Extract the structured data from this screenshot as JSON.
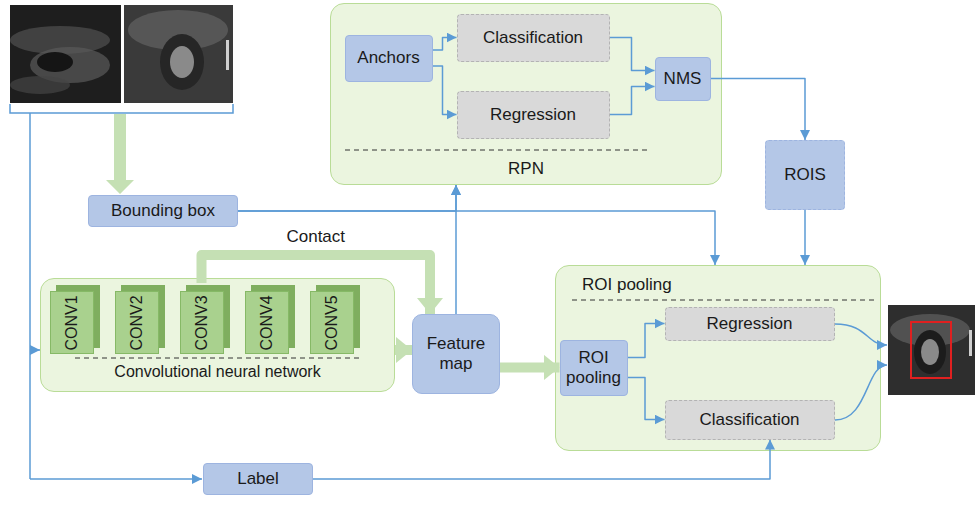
{
  "diagram": {
    "nodes": [
      {
        "text": [
          "RPN"
        ]
      },
      {
        "text": [
          "Anchors"
        ],
        "in": 0
      },
      {
        "text": [
          "Classification"
        ],
        "in": 0
      },
      {
        "text": [
          "Regression"
        ],
        "in": 0
      },
      {
        "text": [
          "NMS"
        ],
        "in": 0
      },
      {
        "text": [
          "Bounding box"
        ]
      },
      {
        "text": [
          "ROIS"
        ]
      },
      {
        "text": [
          "Convolutional neural network"
        ]
      },
      {
        "text": [
          "CONV1"
        ],
        "in": 7
      },
      {
        "text": [
          "CONV2"
        ],
        "in": 7
      },
      {
        "text": [
          "CONV3"
        ],
        "in": 7
      },
      {
        "text": [
          "CONV4"
        ],
        "in": 7
      },
      {
        "text": [
          "CONV5"
        ],
        "in": 7
      },
      {
        "text": [
          "Feature map"
        ]
      },
      {
        "text": [
          "ROI pooling"
        ]
      },
      {
        "text": [
          "ROI pooling"
        ],
        "in": 14
      },
      {
        "text": [
          "Regression"
        ],
        "in": 14
      },
      {
        "text": [
          "Classification"
        ],
        "in": 14
      },
      {
        "text": [
          "Label"
        ]
      }
    ],
    "edges": [
      {
        "from": 1,
        "to": 2,
        "arrow": "to"
      },
      {
        "from": 1,
        "to": 3,
        "arrow": "to"
      },
      {
        "from": 2,
        "to": 4,
        "arrow": "to"
      },
      {
        "from": 3,
        "to": 4,
        "arrow": "to"
      },
      {
        "from": 5,
        "to": 0,
        "arrow": "to"
      },
      {
        "from": 5,
        "to": 14,
        "arrow": "to"
      },
      {
        "from": 13,
        "to": 0,
        "arrow": "to"
      },
      {
        "from": 4,
        "to": 6,
        "arrow": "to"
      },
      {
        "from": 6,
        "to": 14,
        "arrow": "to"
      },
      {
        "from": 7,
        "to": 13,
        "arrow": "to"
      },
      {
        "from": 10,
        "to": 13,
        "label": "Contact",
        "arrow": "to"
      },
      {
        "from": 13,
        "to": 15,
        "arrow": "to"
      },
      {
        "from": 15,
        "to": 16,
        "arrow": "to"
      },
      {
        "from": 15,
        "to": 17,
        "arrow": "to"
      },
      {
        "from": 18,
        "to": 17,
        "arrow": "to"
      }
    ]
  }
}
